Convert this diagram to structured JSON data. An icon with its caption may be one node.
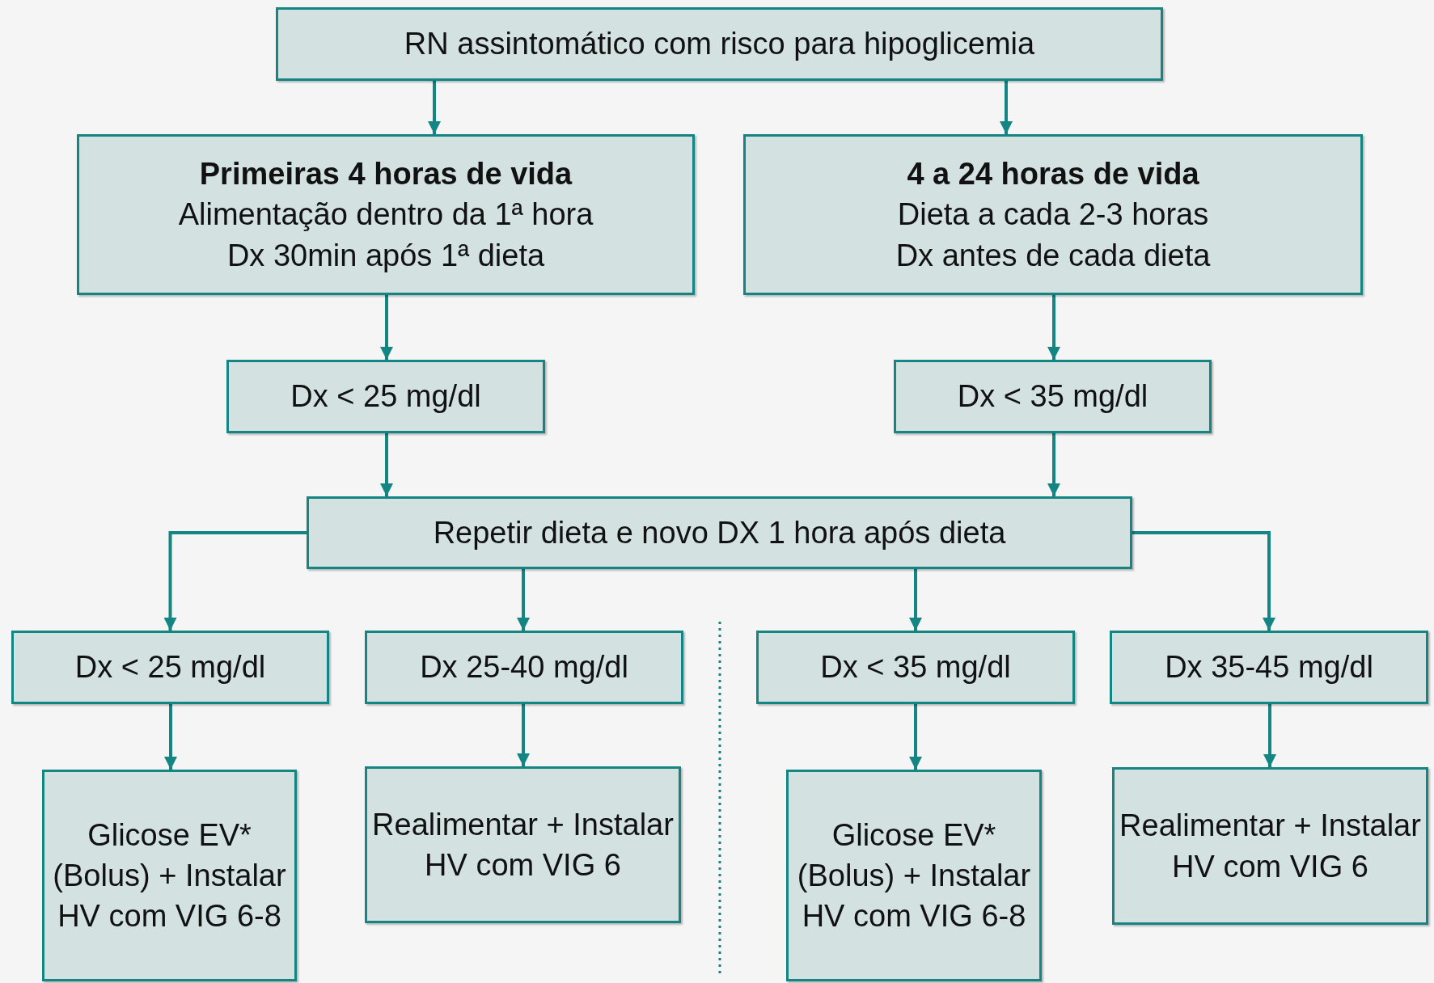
{
  "diagram": {
    "nodes": [
      {
        "text": [
          "RN assintomático com risco para hipoglicemia"
        ]
      },
      {
        "text": [
          "Primeiras 4 horas de vida",
          "Alimentação dentro da 1ª hora",
          "Dx 30min após 1ª dieta"
        ]
      },
      {
        "text": [
          "4 a 24 horas de vida",
          "Dieta a cada 2-3 horas",
          "Dx antes de cada dieta"
        ]
      },
      {
        "text": [
          "Dx < 25 mg/dl"
        ]
      },
      {
        "text": [
          "Dx < 35 mg/dl"
        ]
      },
      {
        "text": [
          "Repetir dieta e novo DX 1 hora após dieta"
        ]
      },
      {
        "text": [
          "Dx < 25 mg/dl"
        ]
      },
      {
        "text": [
          "Dx 25-40 mg/dl"
        ]
      },
      {
        "text": [
          "Dx < 35 mg/dl"
        ]
      },
      {
        "text": [
          "Dx 35-45 mg/dl"
        ]
      },
      {
        "text": [
          "Glicose EV* (Bolus) + Instalar HV com VIG 6-8"
        ]
      },
      {
        "text": [
          "Realimentar + Instalar HV com VIG 6"
        ]
      },
      {
        "text": [
          "Glicose EV* (Bolus) + Instalar HV com VIG 6-8"
        ]
      },
      {
        "text": [
          "Realimentar + Instalar HV com VIG 6"
        ]
      }
    ],
    "edges": [
      {
        "from": 0,
        "to": 1,
        "arrow": "to"
      },
      {
        "from": 0,
        "to": 2,
        "arrow": "to"
      },
      {
        "from": 1,
        "to": 3,
        "arrow": "to"
      },
      {
        "from": 2,
        "to": 4,
        "arrow": "to"
      },
      {
        "from": 3,
        "to": 5,
        "arrow": "to"
      },
      {
        "from": 4,
        "to": 5,
        "arrow": "to"
      },
      {
        "from": 5,
        "to": 6,
        "arrow": "to"
      },
      {
        "from": 5,
        "to": 7,
        "arrow": "to"
      },
      {
        "from": 5,
        "to": 8,
        "arrow": "to"
      },
      {
        "from": 5,
        "to": 9,
        "arrow": "to"
      },
      {
        "from": 6,
        "to": 10,
        "arrow": "to"
      },
      {
        "from": 7,
        "to": 11,
        "arrow": "to"
      },
      {
        "from": 8,
        "to": 12,
        "arrow": "to"
      },
      {
        "from": 9,
        "to": 13,
        "arrow": "to"
      }
    ]
  }
}
